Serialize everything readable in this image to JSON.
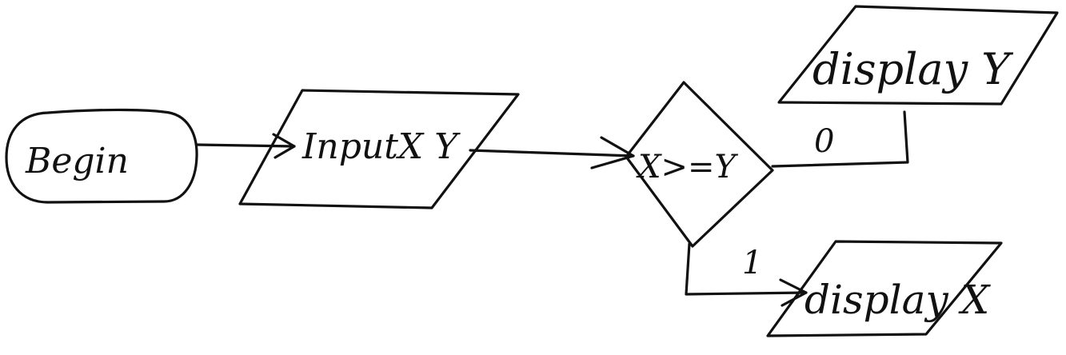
{
  "nodes": {
    "begin": {
      "text": "Begin"
    },
    "input": {
      "text": "InputX Y"
    },
    "decision": {
      "text": "X>=Y"
    },
    "display_y": {
      "text": "display Y"
    },
    "display_x": {
      "text": "display X"
    }
  },
  "edges": {
    "false_branch": {
      "label": "0"
    },
    "true_branch": {
      "label": "1"
    }
  }
}
